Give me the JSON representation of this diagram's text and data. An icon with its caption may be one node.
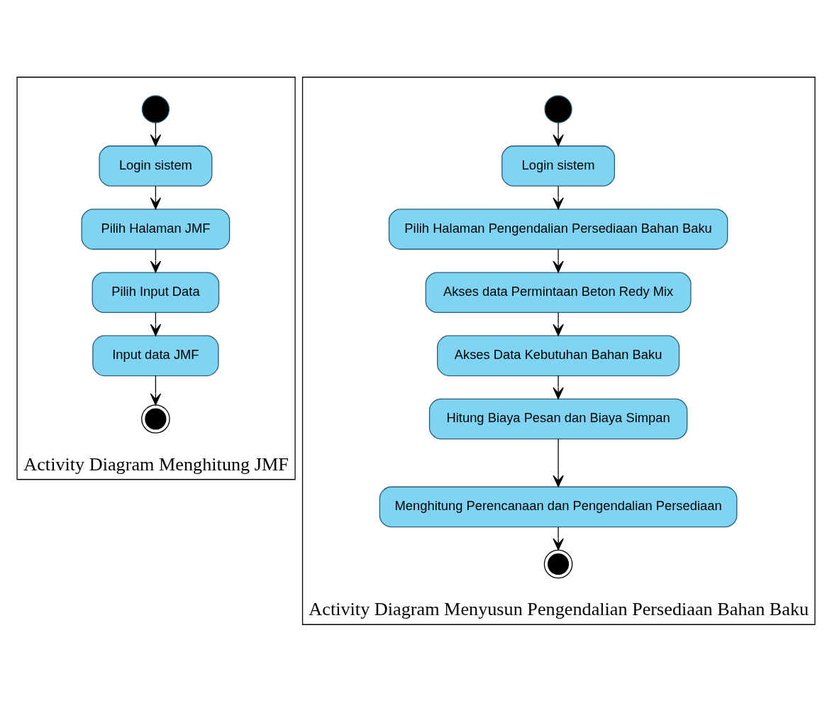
{
  "diagram": {
    "nodes": [
      {
        "text": [
          "Activity Diagram Menghitung JMF"
        ]
      },
      {
        "text": [],
        "shape": "circle",
        "in": 0
      },
      {
        "text": [
          "Login sistem"
        ],
        "in": 0
      },
      {
        "text": [
          "Pilih Halaman JMF"
        ],
        "in": 0
      },
      {
        "text": [
          "Pilih Input Data"
        ],
        "in": 0
      },
      {
        "text": [
          "Input data JMF"
        ],
        "in": 0
      },
      {
        "text": [],
        "shape": "bullseye",
        "in": 0
      },
      {
        "text": [
          "Activity Diagram Menyusun Pengendalian Persediaan Bahan Baku"
        ]
      },
      {
        "text": [],
        "shape": "circle",
        "in": 7
      },
      {
        "text": [
          "Login sistem"
        ],
        "in": 7
      },
      {
        "text": [
          "Pilih Halaman Pengendalian Persediaan Bahan Baku"
        ],
        "in": 7
      },
      {
        "text": [
          "Akses data Permintaan Beton Redy Mix"
        ],
        "in": 7
      },
      {
        "text": [
          "Akses Data Kebutuhan Bahan Baku"
        ],
        "in": 7
      },
      {
        "text": [
          "Hitung Biaya Pesan dan Biaya Simpan"
        ],
        "in": 7
      },
      {
        "text": [
          "Menghitung Perencanaan dan Pengendalian Persediaan"
        ],
        "in": 7
      },
      {
        "text": [],
        "shape": "bullseye",
        "in": 7
      }
    ],
    "edges": [
      {
        "from": 1,
        "to": 2,
        "arrow": "to"
      },
      {
        "from": 2,
        "to": 3,
        "arrow": "to"
      },
      {
        "from": 3,
        "to": 4,
        "arrow": "to"
      },
      {
        "from": 4,
        "to": 5,
        "arrow": "to"
      },
      {
        "from": 5,
        "to": 6,
        "arrow": "to"
      },
      {
        "from": 8,
        "to": 9,
        "arrow": "to"
      },
      {
        "from": 9,
        "to": 10,
        "arrow": "to"
      },
      {
        "from": 10,
        "to": 11,
        "arrow": "to"
      },
      {
        "from": 11,
        "to": 12,
        "arrow": "to"
      },
      {
        "from": 12,
        "to": 13,
        "arrow": "to"
      },
      {
        "from": 13,
        "to": 14,
        "arrow": "to"
      },
      {
        "from": 14,
        "to": 15,
        "arrow": "to"
      }
    ]
  }
}
